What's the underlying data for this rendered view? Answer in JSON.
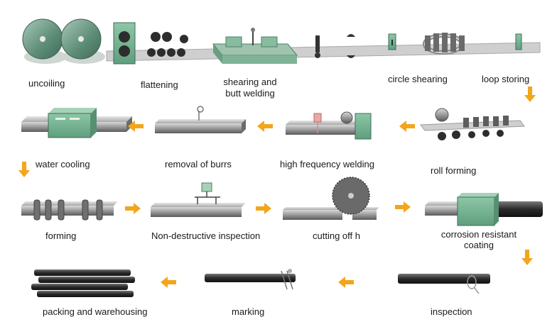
{
  "stages": [
    {
      "id": "uncoiling",
      "label": "uncoiling"
    },
    {
      "id": "flattening",
      "label": "flattening"
    },
    {
      "id": "shearing",
      "label": "shearing and butt welding"
    },
    {
      "id": "circle-shearing",
      "label": "circle shearing"
    },
    {
      "id": "loop-storing",
      "label": "loop storing"
    },
    {
      "id": "roll-forming",
      "label": "roll forming"
    },
    {
      "id": "hf-welding",
      "label": "high frequency welding"
    },
    {
      "id": "removal-burrs",
      "label": "removal of burrs"
    },
    {
      "id": "water-cooling",
      "label": "water cooling"
    },
    {
      "id": "forming",
      "label": "forming"
    },
    {
      "id": "ndi",
      "label": "Non-destructive inspection"
    },
    {
      "id": "cutting-off",
      "label": "cutting off h"
    },
    {
      "id": "corrosion-coating",
      "label": "corrosion resistant coating"
    },
    {
      "id": "inspection",
      "label": "inspection"
    },
    {
      "id": "marking",
      "label": "marking"
    },
    {
      "id": "packing",
      "label": "packing and warehousing"
    }
  ],
  "colors": {
    "arrow": "#f3a51b",
    "machine": "#6fb08e",
    "steel": "#8a8a8a",
    "pipe_dark": "#2b2b2b"
  }
}
